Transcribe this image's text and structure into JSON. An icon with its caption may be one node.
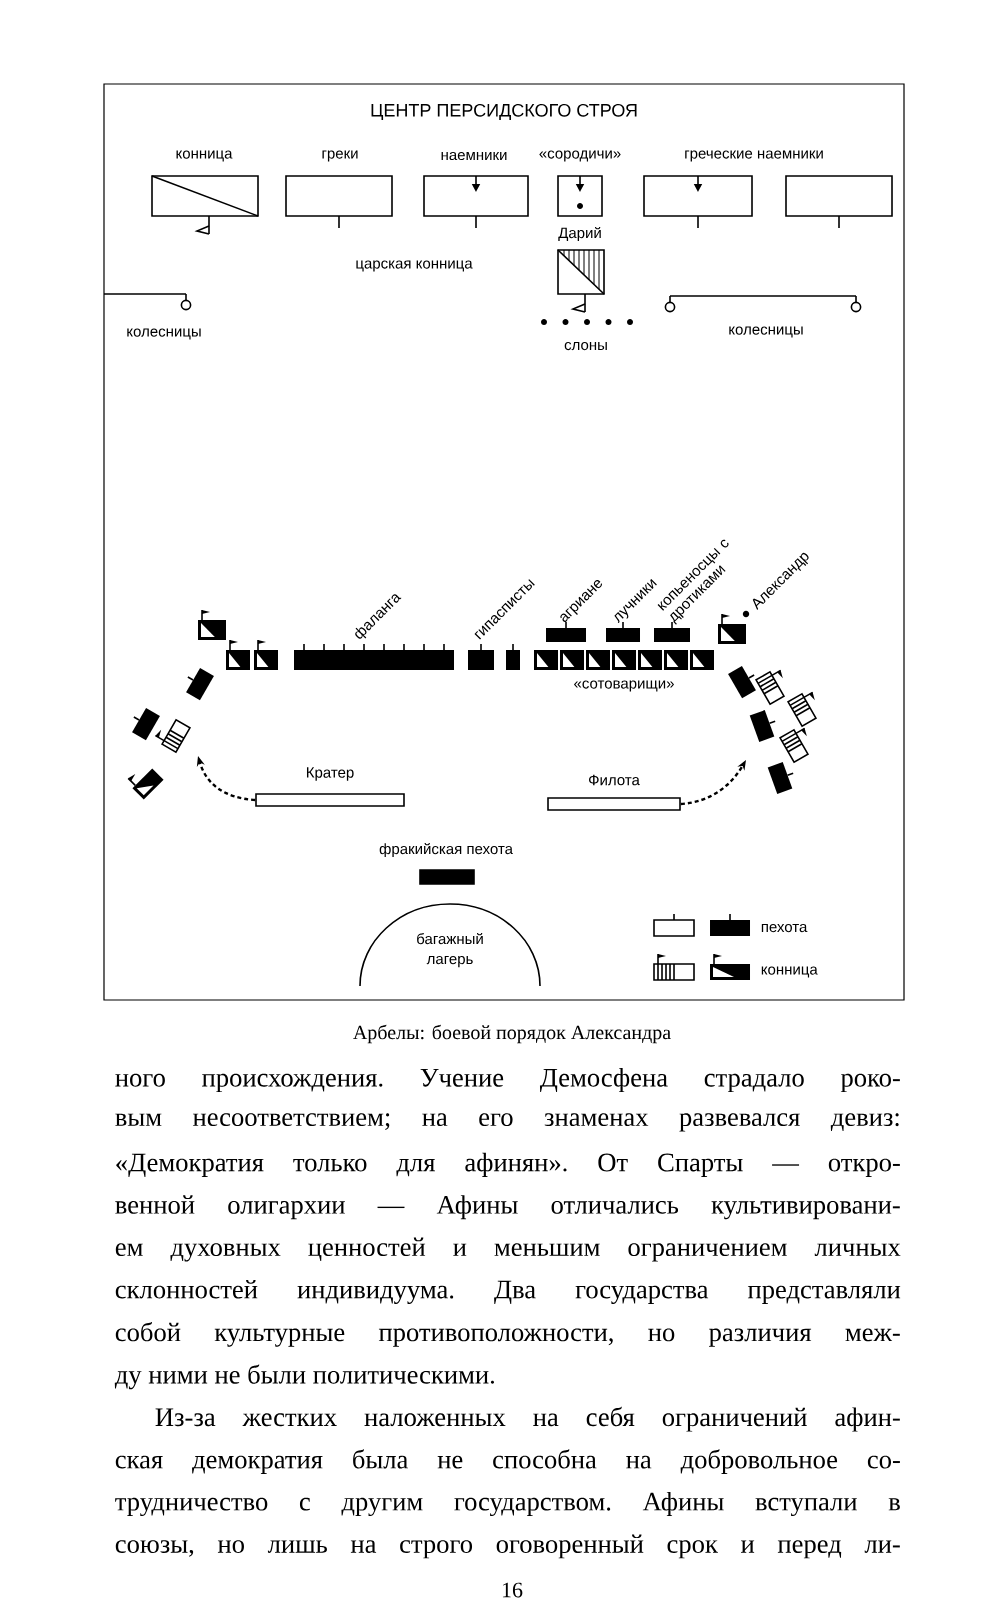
{
  "diagram": {
    "title": "ЦЕНТР ПЕРСИДСКОГО СТРОЯ",
    "caption": "Арбелы: боевой порядок Александра",
    "nodes": [
      {
        "text": [
          "конница"
        ]
      },
      {
        "text": [
          "греки"
        ]
      },
      {
        "text": [
          "наемники"
        ]
      },
      {
        "text": [
          "«сородичи»"
        ]
      },
      {
        "text": [
          "греческие наемники"
        ]
      },
      {
        "text": [],
        "shape": "box"
      },
      {
        "text": [
          "Дарий"
        ]
      },
      {
        "text": [
          "Кратер"
        ]
      },
      {
        "text": [
          "Филота"
        ]
      },
      {
        "text": [
          "фракийская пехота"
        ]
      },
      {
        "text": [
          "багажный лагерь"
        ]
      }
    ],
    "edges": [
      {
        "from": 7,
        "to": null,
        "arrow": "to",
        "style": "dashed"
      },
      {
        "from": 8,
        "to": null,
        "arrow": "to",
        "style": "dashed"
      }
    ],
    "labels": [
      "царская конница",
      "колесницы",
      "слоны",
      "колесницы",
      "фаланга",
      "гипасписты",
      "агриане",
      "лучники",
      "копьеносцы с дротиками",
      "Александр",
      "«сотоварищи»",
      "ного происхождения. Учение Демосфена страдало роко-",
      "вым несоответствием; на его знаменах развевался девиз:",
      "«Демократия только для афинян». От Спарты — откро-",
      "венной олигархии — Афины отличались культивировани-",
      "ем духовных ценностей и меньшим ограничением личных",
      "склонностей индивидуума. Два государства представляли",
      "собой культурные противоположности, но различия меж-",
      "ду ними не были политическими.",
      "Из-за жестких наложенных на себя ограничений афин-",
      "ская демократия была не способна на добровольное со-",
      "трудничество с другим государством. Афины вступали в",
      "союзы, но лишь на строго оговоренный срок и перед ли-",
      "16"
    ],
    "legend": [
      {
        "text": "пехота"
      },
      {
        "text": "конница"
      }
    ]
  }
}
